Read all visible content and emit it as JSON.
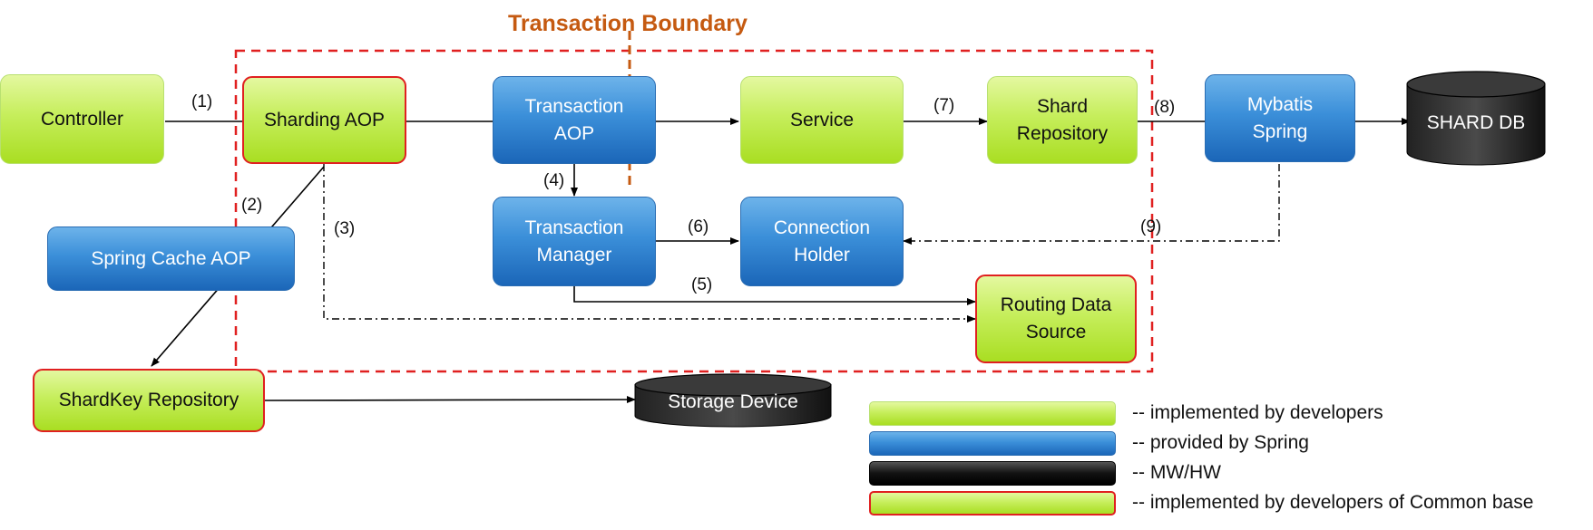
{
  "title": "Transaction Boundary",
  "nodes": {
    "controller": "Controller",
    "sharding_aop": "Sharding AOP",
    "transaction_aop": [
      "Transaction",
      "AOP"
    ],
    "service": "Service",
    "shard_repository": [
      "Shard",
      "Repository"
    ],
    "mybatis_spring": [
      "Mybatis",
      "Spring"
    ],
    "shard_db": "SHARD DB",
    "spring_cache_aop": "Spring Cache AOP",
    "transaction_manager": [
      "Transaction",
      "Manager"
    ],
    "connection_holder": [
      "Connection",
      "Holder"
    ],
    "routing_data_source": [
      "Routing Data",
      "Source"
    ],
    "shardkey_repository": "ShardKey Repository",
    "storage_device": "Storage Device"
  },
  "edge_labels": {
    "e1": "(1)",
    "e2": "(2)",
    "e3": "(3)",
    "e4": "(4)",
    "e5": "(5)",
    "e6": "(6)",
    "e7": "(7)",
    "e8": "(8)",
    "e9": "(9)"
  },
  "legend": [
    {
      "kind": "green",
      "text": "-- implemented by developers"
    },
    {
      "kind": "blue",
      "text": "-- provided by Spring"
    },
    {
      "kind": "black",
      "text": "-- MW/HW"
    },
    {
      "kind": "green-red",
      "text": "-- implemented by developers of Common base"
    }
  ],
  "colors": {
    "green": "#b5e43a",
    "blue": "#2f80cf",
    "black": "#111111",
    "boundary": "#e02020",
    "title": "#c55a11"
  }
}
